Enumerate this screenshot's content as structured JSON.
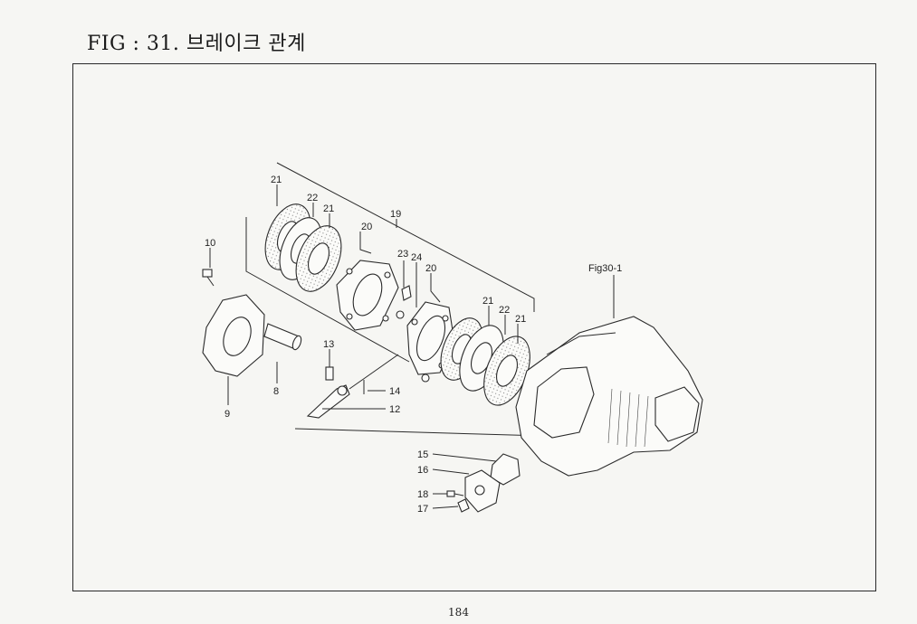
{
  "title": "FIG : 31. 브레이크 관계",
  "page_number": "184",
  "callouts": {
    "c21a": "21",
    "c22a": "22",
    "c21b": "21",
    "c20a": "20",
    "c19": "19",
    "c10": "10",
    "c23": "23",
    "c24": "24",
    "c20b": "20",
    "c21c": "21",
    "c22b": "22",
    "c21d": "21",
    "c13": "13",
    "c8": "8",
    "c9": "9",
    "c14": "14",
    "c12": "12",
    "c15": "15",
    "c16": "16",
    "c18": "18",
    "c17": "17",
    "fig_ref": "Fig30-1"
  }
}
